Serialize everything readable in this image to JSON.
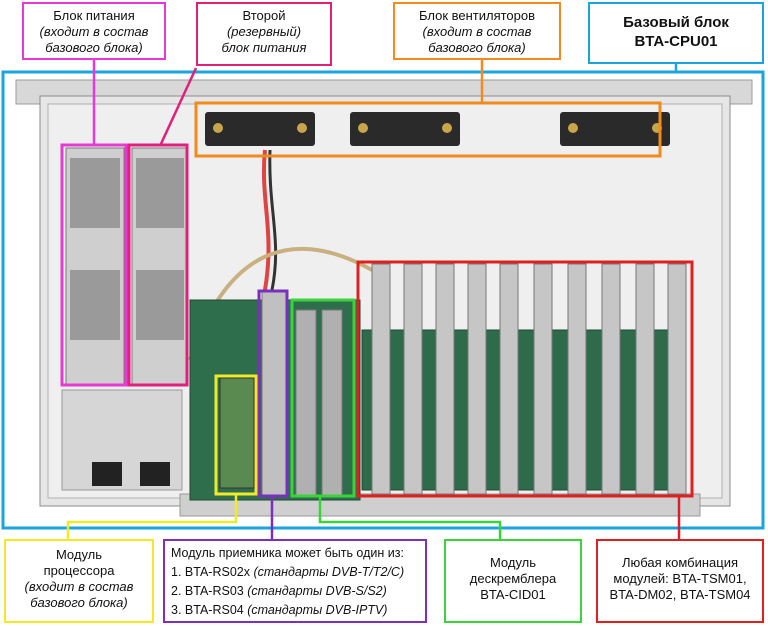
{
  "colors": {
    "magenta": "#e53ad6",
    "pink": "#e0207a",
    "orange": "#f28a1e",
    "cyan": "#1aa6dc",
    "yellow": "#f2ea28",
    "purple": "#7b2fbf",
    "green": "#39d43a",
    "red": "#e02020"
  },
  "labels": {
    "psu": {
      "line1": "Блок питания",
      "line2": "(входит в состав",
      "line3": "базового блока)"
    },
    "psu2": {
      "line1": "Второй",
      "line2": "(резервный)",
      "line3": "блок питания"
    },
    "fans": {
      "line1": "Блок вентиляторов",
      "line2": "(входит в состав",
      "line3": "базового блока)"
    },
    "base": {
      "line1": "Базовый блок",
      "line2": "BTA-CPU01"
    },
    "cpu": {
      "line1": "Модуль",
      "line2": "процессора",
      "line3": "(входит в состав",
      "line4": "базового блока)"
    },
    "receiver": {
      "title": "Модуль приемника может быть один из:",
      "items": [
        {
          "num": "1.",
          "name": "BTA-RS02x",
          "std": "(стандарты DVB-T/T2/C)"
        },
        {
          "num": "2.",
          "name": "BTA-RS03",
          "std": "(стандарты DVB-S/S2)"
        },
        {
          "num": "3.",
          "name": "BTA-RS04",
          "std": "(стандарты DVB-IPTV)"
        }
      ]
    },
    "descrambler": {
      "line1": "Модуль",
      "line2": "дескремблера",
      "line3": "BTA-CID01"
    },
    "combo": {
      "line1": "Любая комбинация",
      "line2": "модулей: BTA-TSM01,",
      "line3": "BTA-DM02, BTA-TSM04"
    }
  }
}
